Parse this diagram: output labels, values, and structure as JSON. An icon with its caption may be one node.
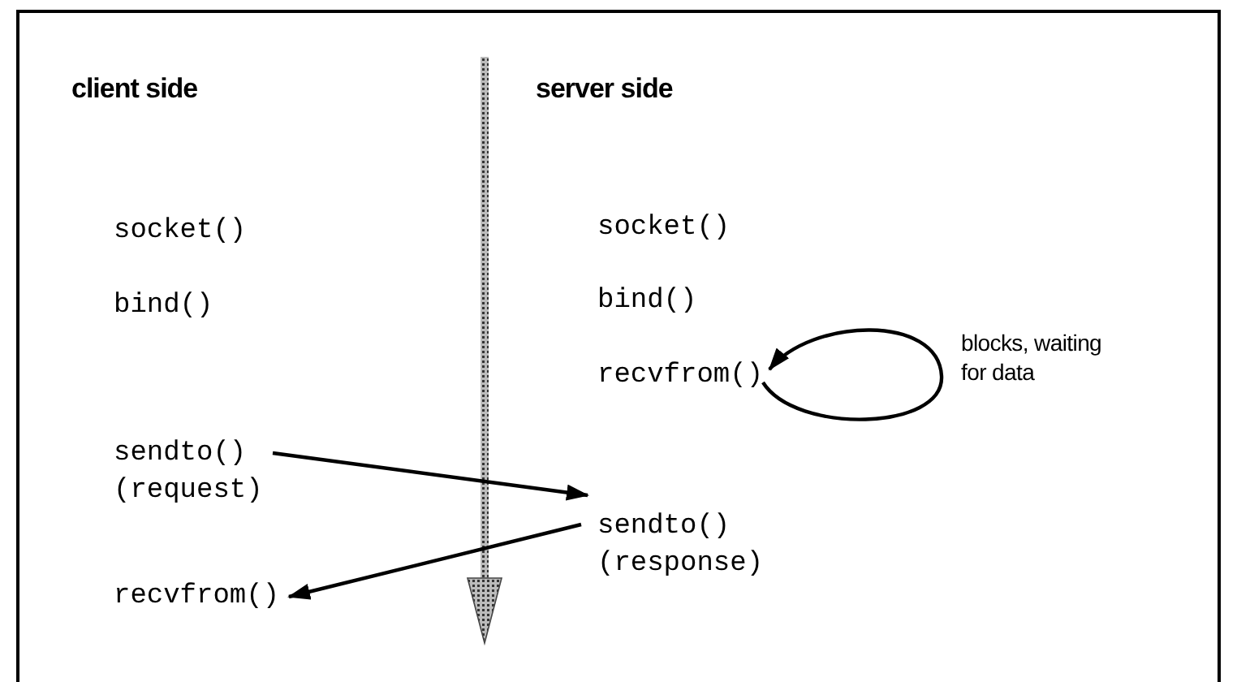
{
  "diagram": {
    "nodes": [
      {
        "text": [
          "sendto()",
          "(request)"
        ]
      },
      {
        "text": [
          "recvfrom()"
        ]
      },
      {
        "text": [
          "recvfrom()"
        ]
      },
      {
        "text": [
          "sendto()",
          "(response)"
        ]
      }
    ],
    "edges": [
      {
        "from": 0,
        "to": 3,
        "arrow": "to"
      },
      {
        "from": 3,
        "to": 1,
        "arrow": "to"
      },
      {
        "from": 2,
        "to": 2,
        "arrow": "to",
        "label": "blocks, waiting for data"
      }
    ],
    "labels": [
      "client side",
      "server side",
      "socket()",
      "socket()",
      "bind()",
      "bind()"
    ]
  }
}
